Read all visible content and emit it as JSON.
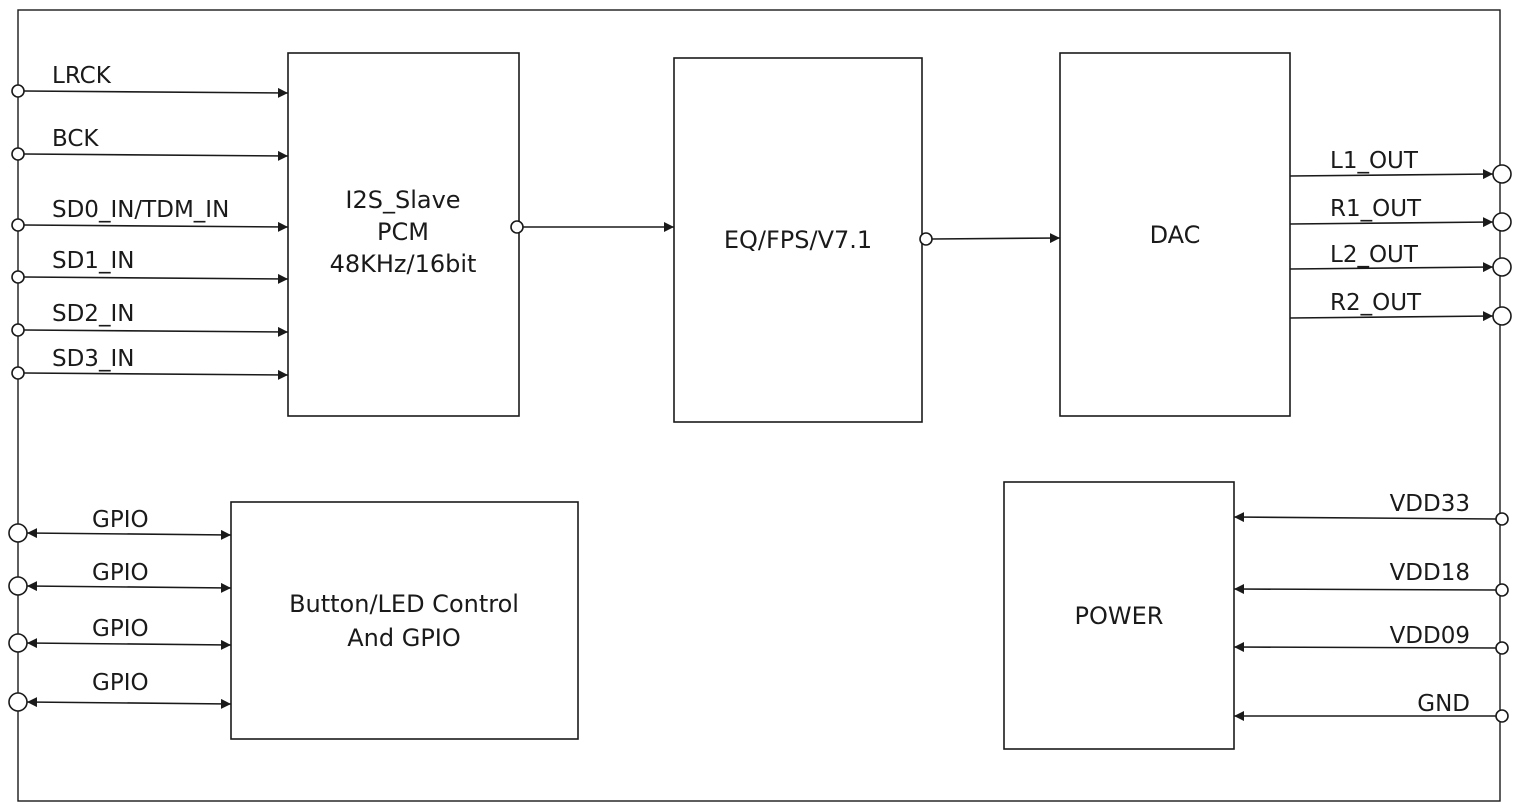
{
  "blocks": {
    "i2s": {
      "lines": [
        "I2S_Slave",
        "PCM",
        "48KHz/16bit"
      ]
    },
    "eq": {
      "lines": [
        "EQ/FPS/V7.1"
      ]
    },
    "dac": {
      "lines": [
        "DAC"
      ]
    },
    "button": {
      "lines": [
        "Button/LED Control",
        "And GPIO"
      ]
    },
    "power": {
      "lines": [
        "POWER"
      ]
    }
  },
  "inputs": [
    "LRCK",
    "BCK",
    "SD0_IN/TDM_IN",
    "SD1_IN",
    "SD2_IN",
    "SD3_IN"
  ],
  "outputs": [
    "L1_OUT",
    "R1_OUT",
    "L2_OUT",
    "R2_OUT"
  ],
  "gpio": [
    "GPIO",
    "GPIO",
    "GPIO",
    "GPIO"
  ],
  "power_pins": [
    "VDD33",
    "VDD18",
    "VDD09",
    "GND"
  ]
}
